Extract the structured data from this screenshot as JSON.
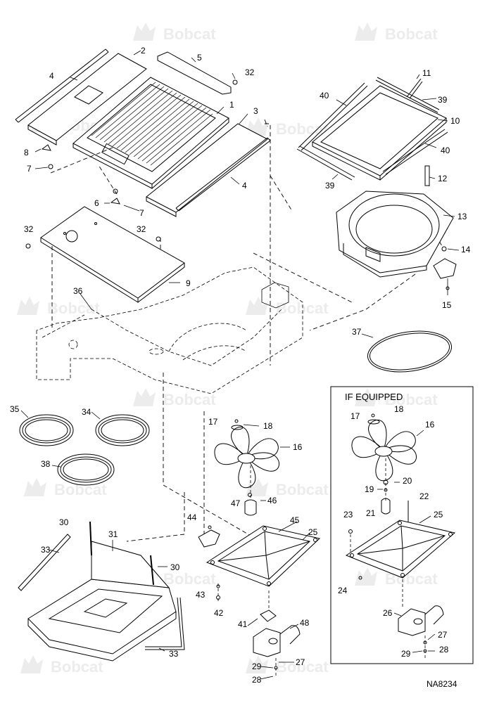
{
  "watermark": {
    "text": "Bobcat"
  },
  "inset": {
    "caption": "IF EQUIPPED"
  },
  "reference": "NA8234",
  "callouts": {
    "c1": "1",
    "c2": "2",
    "c3": "3",
    "c4a": "4",
    "c4b": "4",
    "c5": "5",
    "c6": "6",
    "c7a": "7",
    "c7b": "7",
    "c8": "8",
    "c9": "9",
    "c10": "10",
    "c11": "11",
    "c12": "12",
    "c13": "13",
    "c14": "14",
    "c15": "15",
    "c16a": "16",
    "c16b": "16",
    "c17a": "17",
    "c17b": "17",
    "c18a": "18",
    "c18b": "18",
    "c19": "19",
    "c20": "20",
    "c21": "21",
    "c22": "22",
    "c23": "23",
    "c24": "24",
    "c25a": "25",
    "c25b": "25",
    "c26": "26",
    "c27a": "27",
    "c27b": "27",
    "c28a": "28",
    "c28b": "28",
    "c29a": "29",
    "c29b": "29",
    "c30a": "30",
    "c30b": "30",
    "c31": "31",
    "c32a": "32",
    "c32b": "32",
    "c32c": "32",
    "c33a": "33",
    "c33b": "33",
    "c34": "34",
    "c35": "35",
    "c36": "36",
    "c37": "37",
    "c38": "38",
    "c39a": "39",
    "c39b": "39",
    "c40a": "40",
    "c40b": "40",
    "c41": "41",
    "c42": "42",
    "c43": "43",
    "c44": "44",
    "c45": "45",
    "c46": "46",
    "c47": "47",
    "c48": "48"
  }
}
